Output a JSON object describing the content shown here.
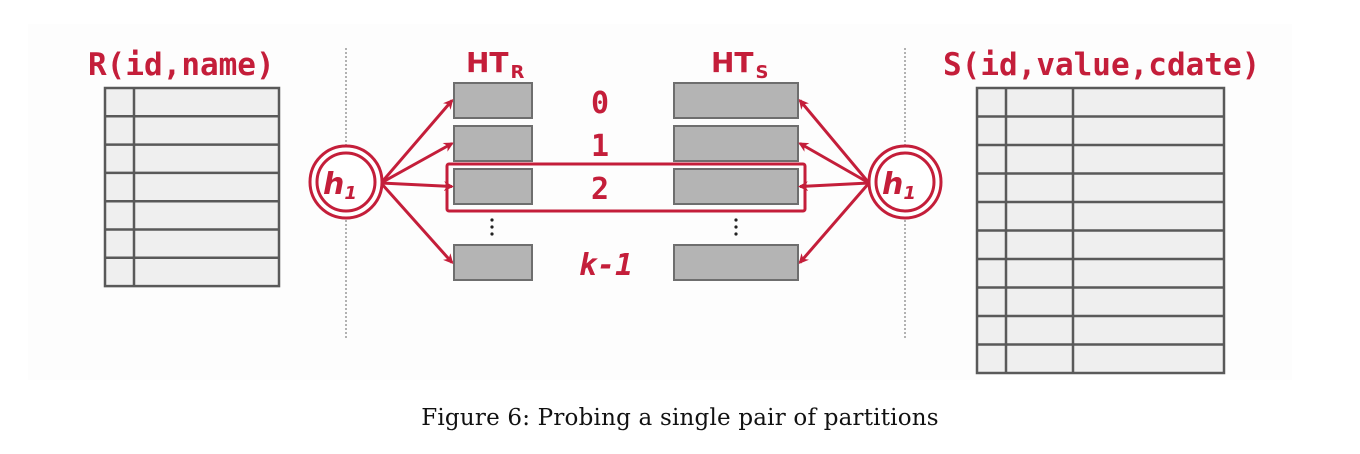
{
  "colors": {
    "accent": "#c41e3a",
    "bucket_fill": "#b4b4b4",
    "bucket_stroke": "#6e6e6e",
    "table_fill": "#efefef",
    "table_stroke": "#595959",
    "divider": "#9a9a9a"
  },
  "left_table": {
    "title": "R(id,name)",
    "row_count": 7,
    "column_count": 2
  },
  "right_table": {
    "title": "S(id,value,cdate)",
    "row_count": 10,
    "column_count": 3
  },
  "hash_tables": {
    "left": {
      "title_main": "HT",
      "title_sub": "R"
    },
    "right": {
      "title_main": "HT",
      "title_sub": "S"
    }
  },
  "hash_function": {
    "name": "h",
    "subscript": "1"
  },
  "buckets": {
    "labels": [
      "0",
      "1",
      "2",
      "k-1"
    ],
    "highlighted_label": "2",
    "ellipsis": "⋮"
  },
  "caption": "Figure 6: Probing a single pair of partitions"
}
